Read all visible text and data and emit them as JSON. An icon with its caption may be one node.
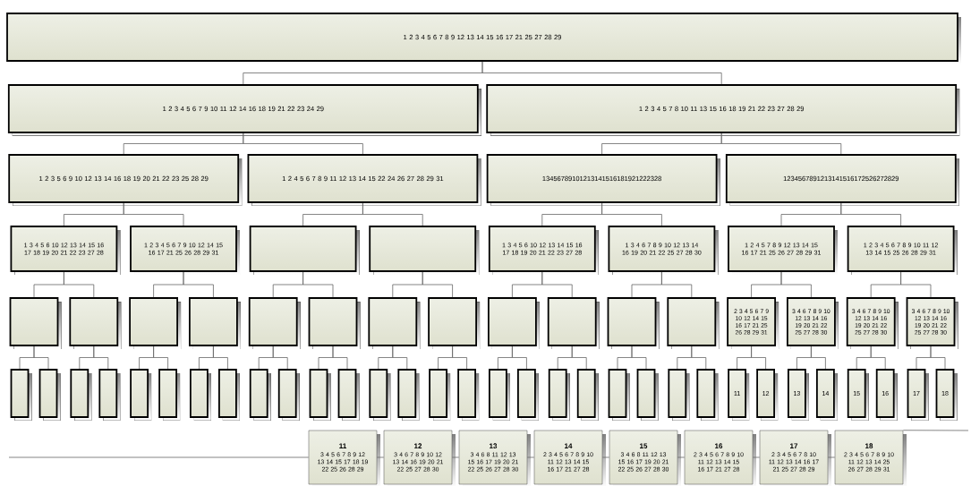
{
  "diagram": {
    "nodes": [
      {
        "text": [
          "1 2 3 4 5 6 7 8 9 12 13 14 15 16 17 21 25 27 28 29"
        ]
      },
      {
        "text": [
          "1 2 3 4 5 6 7 9 10 11 12 14 16 18 19 21 22 23 24 29"
        ]
      },
      {
        "text": [
          "1 2 3 4 5 7 8 10 11 13 15 16 18 19 21 22 23 27 28 29"
        ]
      },
      {
        "text": [
          "1 2 3 5 6 9 10 12 13 14 16 18 19 20 21 22 23 25 28 29"
        ]
      },
      {
        "text": [
          "1 2 4 5 6 7 8 9 11 12 13 14 15 22 24 26 27 28 29 31"
        ]
      },
      {
        "text": [
          "13456789101213141516181921222328"
        ]
      },
      {
        "text": [
          "1234567891213141516172526272829"
        ]
      },
      {
        "text": [
          "1 3 4 5 6 10 12 13 14 15 16 17 18 19 20 21 22 23 27 28"
        ]
      },
      {
        "text": [
          "1 2 3 4 5 6 7 9 10 12 14 15 16 17 21 25 26 28 29 31"
        ]
      },
      {
        "text": [],
        "shape": "box"
      },
      {
        "text": [],
        "shape": "box"
      },
      {
        "text": [
          "1 3 4 5 6 10 12 13 14 15 16 17 18 19 20 21 22 23 27 28"
        ]
      },
      {
        "text": [
          "1 3 4 6 7 8 9 10 12 13 14 16 19 20 21 22 25 27 28 30"
        ]
      },
      {
        "text": [
          "1 2 4 5 7 8 9 12 13 14 15 16 17 21 25 26 27 28 29 31"
        ]
      },
      {
        "text": [
          "1 2 3 4 5 6 7 8 9 10 11 12 13 14 15 25 26 28 29 31"
        ]
      },
      {
        "text": [],
        "shape": "box"
      },
      {
        "text": [],
        "shape": "box"
      },
      {
        "text": [],
        "shape": "box"
      },
      {
        "text": [],
        "shape": "box"
      },
      {
        "text": [],
        "shape": "box"
      },
      {
        "text": [],
        "shape": "box"
      },
      {
        "text": [],
        "shape": "box"
      },
      {
        "text": [],
        "shape": "box"
      },
      {
        "text": [],
        "shape": "box"
      },
      {
        "text": [],
        "shape": "box"
      },
      {
        "text": [],
        "shape": "box"
      },
      {
        "text": [],
        "shape": "box"
      },
      {
        "text": [
          "2 3 4 5 6 7 9 10 12 14 15 16 17 21 25 26 28 29 31"
        ]
      },
      {
        "text": [
          "3 4 6 7 8 9 10 12 13 14 16 19 20 21 22 25 27 28 30"
        ]
      },
      {
        "text": [
          "3 4 6 7 8 9 10 12 13 14 16 19 20 21 22 25 27 28 30"
        ]
      },
      {
        "text": [
          "3 4 6 7 8 9 10 12 13 14 16 19 20 21 22 25 27 28 30"
        ]
      },
      {
        "text": [],
        "shape": "box"
      },
      {
        "text": [],
        "shape": "box"
      },
      {
        "text": [],
        "shape": "box"
      },
      {
        "text": [],
        "shape": "box"
      },
      {
        "text": [],
        "shape": "box"
      },
      {
        "text": [],
        "shape": "box"
      },
      {
        "text": [],
        "shape": "box"
      },
      {
        "text": [],
        "shape": "box"
      },
      {
        "text": [],
        "shape": "box"
      },
      {
        "text": [],
        "shape": "box"
      },
      {
        "text": [],
        "shape": "box"
      },
      {
        "text": [],
        "shape": "box"
      },
      {
        "text": [],
        "shape": "box"
      },
      {
        "text": [],
        "shape": "box"
      },
      {
        "text": [],
        "shape": "box"
      },
      {
        "text": [],
        "shape": "box"
      },
      {
        "text": [],
        "shape": "box"
      },
      {
        "text": [],
        "shape": "box"
      },
      {
        "text": [],
        "shape": "box"
      },
      {
        "text": [],
        "shape": "box"
      },
      {
        "text": [],
        "shape": "box"
      },
      {
        "text": [],
        "shape": "box"
      },
      {
        "text": [],
        "shape": "box"
      },
      {
        "text": [],
        "shape": "box"
      },
      {
        "text": [
          "11"
        ]
      },
      {
        "text": [
          "12"
        ]
      },
      {
        "text": [
          "13"
        ]
      },
      {
        "text": [
          "14"
        ]
      },
      {
        "text": [
          "15"
        ]
      },
      {
        "text": [
          "16"
        ]
      },
      {
        "text": [
          "17"
        ]
      },
      {
        "text": [
          "18"
        ]
      },
      {
        "text": [
          "11",
          "3 4 5 6 7 8 9 12 13 14 15 17 18 19 22 25 26 28 29"
        ]
      },
      {
        "text": [
          "12",
          "3 4 6 7 8 9 10 12 13 14 16 19 20 21 22 25 27 28 30"
        ]
      },
      {
        "text": [
          "13",
          "3 4 6 8 11 12 13 15 16 17 19 20 21 22 25 26 27 28 30"
        ]
      },
      {
        "text": [
          "14",
          "2 3 4 5 6 7 8 9 10 11 12 13 14 15 16 17 21 27 28"
        ]
      },
      {
        "text": [
          "15",
          "3 4 6 8 11 12 13 15 16 17 19 20 21 22 25 26 27 28 30"
        ]
      },
      {
        "text": [
          "16",
          "2 3 4 5 6 7 8 9 10 11 12 13 14 15 16 17 21 27 28"
        ]
      },
      {
        "text": [
          "17",
          "2 3 4 5 6 7 8 10 11 12 13 14 16 17 21 25 27 28 29"
        ]
      },
      {
        "text": [
          "18",
          "2 3 4 5 6 7 8 9 10 11 12 13 14 25 26 27 28 29 31"
        ]
      }
    ],
    "edges": [
      {
        "from": 0,
        "to": 1,
        "arrow": "none"
      },
      {
        "from": 0,
        "to": 2,
        "arrow": "none"
      },
      {
        "from": 1,
        "to": 3,
        "arrow": "none"
      },
      {
        "from": 1,
        "to": 4,
        "arrow": "none"
      },
      {
        "from": 2,
        "to": 5,
        "arrow": "none"
      },
      {
        "from": 2,
        "to": 6,
        "arrow": "none"
      },
      {
        "from": 3,
        "to": 7,
        "arrow": "none"
      },
      {
        "from": 3,
        "to": 8,
        "arrow": "none"
      },
      {
        "from": 4,
        "to": 9,
        "arrow": "none"
      },
      {
        "from": 4,
        "to": 10,
        "arrow": "none"
      },
      {
        "from": 5,
        "to": 11,
        "arrow": "none"
      },
      {
        "from": 5,
        "to": 12,
        "arrow": "none"
      },
      {
        "from": 6,
        "to": 13,
        "arrow": "none"
      },
      {
        "from": 6,
        "to": 14,
        "arrow": "none"
      },
      {
        "from": 7,
        "to": 15,
        "arrow": "none"
      },
      {
        "from": 7,
        "to": 16,
        "arrow": "none"
      },
      {
        "from": 8,
        "to": 17,
        "arrow": "none"
      },
      {
        "from": 8,
        "to": 18,
        "arrow": "none"
      },
      {
        "from": 9,
        "to": 19,
        "arrow": "none"
      },
      {
        "from": 9,
        "to": 20,
        "arrow": "none"
      },
      {
        "from": 10,
        "to": 21,
        "arrow": "none"
      },
      {
        "from": 10,
        "to": 22,
        "arrow": "none"
      },
      {
        "from": 11,
        "to": 23,
        "arrow": "none"
      },
      {
        "from": 11,
        "to": 24,
        "arrow": "none"
      },
      {
        "from": 12,
        "to": 25,
        "arrow": "none"
      },
      {
        "from": 12,
        "to": 26,
        "arrow": "none"
      },
      {
        "from": 13,
        "to": 27,
        "arrow": "none"
      },
      {
        "from": 13,
        "to": 28,
        "arrow": "none"
      },
      {
        "from": 14,
        "to": 29,
        "arrow": "none"
      },
      {
        "from": 14,
        "to": 30,
        "arrow": "none"
      },
      {
        "from": 15,
        "to": 31,
        "arrow": "none"
      },
      {
        "from": 15,
        "to": 32,
        "arrow": "none"
      },
      {
        "from": 16,
        "to": 33,
        "arrow": "none"
      },
      {
        "from": 16,
        "to": 34,
        "arrow": "none"
      },
      {
        "from": 17,
        "to": 35,
        "arrow": "none"
      },
      {
        "from": 17,
        "to": 36,
        "arrow": "none"
      },
      {
        "from": 18,
        "to": 37,
        "arrow": "none"
      },
      {
        "from": 18,
        "to": 38,
        "arrow": "none"
      },
      {
        "from": 19,
        "to": 39,
        "arrow": "none"
      },
      {
        "from": 19,
        "to": 40,
        "arrow": "none"
      },
      {
        "from": 20,
        "to": 41,
        "arrow": "none"
      },
      {
        "from": 20,
        "to": 42,
        "arrow": "none"
      },
      {
        "from": 21,
        "to": 43,
        "arrow": "none"
      },
      {
        "from": 21,
        "to": 44,
        "arrow": "none"
      },
      {
        "from": 22,
        "to": 45,
        "arrow": "none"
      },
      {
        "from": 22,
        "to": 46,
        "arrow": "none"
      },
      {
        "from": 23,
        "to": 47,
        "arrow": "none"
      },
      {
        "from": 23,
        "to": 48,
        "arrow": "none"
      },
      {
        "from": 24,
        "to": 49,
        "arrow": "none"
      },
      {
        "from": 24,
        "to": 50,
        "arrow": "none"
      },
      {
        "from": 25,
        "to": 51,
        "arrow": "none"
      },
      {
        "from": 25,
        "to": 52,
        "arrow": "none"
      },
      {
        "from": 26,
        "to": 53,
        "arrow": "none"
      },
      {
        "from": 26,
        "to": 54,
        "arrow": "none"
      },
      {
        "from": 27,
        "to": 55,
        "arrow": "none"
      },
      {
        "from": 27,
        "to": 56,
        "arrow": "none"
      },
      {
        "from": 28,
        "to": 57,
        "arrow": "none"
      },
      {
        "from": 28,
        "to": 58,
        "arrow": "none"
      },
      {
        "from": 29,
        "to": 59,
        "arrow": "none"
      },
      {
        "from": 29,
        "to": 60,
        "arrow": "none"
      },
      {
        "from": 30,
        "to": 61,
        "arrow": "none"
      },
      {
        "from": 30,
        "to": 62,
        "arrow": "none"
      },
      {
        "from": null,
        "to": 63,
        "arrow": "none"
      },
      {
        "from": 63,
        "to": 64,
        "arrow": "none"
      },
      {
        "from": 64,
        "to": 65,
        "arrow": "none"
      },
      {
        "from": 65,
        "to": 66,
        "arrow": "none"
      },
      {
        "from": 66,
        "to": 67,
        "arrow": "none"
      },
      {
        "from": 67,
        "to": 68,
        "arrow": "none"
      },
      {
        "from": 68,
        "to": 69,
        "arrow": "none"
      },
      {
        "from": 69,
        "to": 70,
        "arrow": "none"
      },
      {
        "from": 70,
        "to": null,
        "arrow": "none"
      }
    ]
  }
}
